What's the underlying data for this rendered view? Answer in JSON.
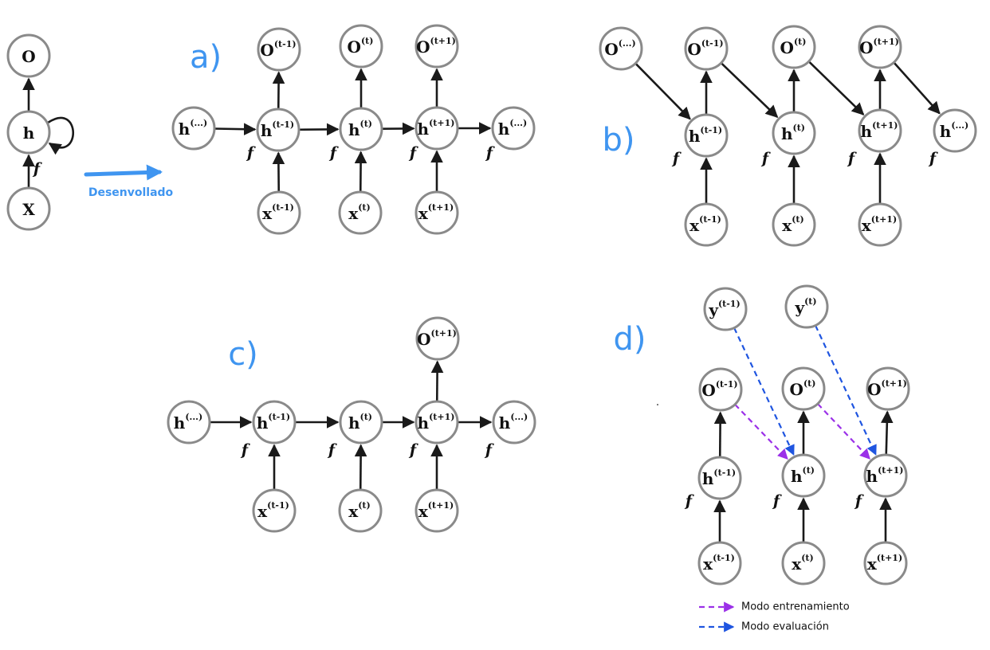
{
  "unroll_arrow": {
    "label": "Desenvollado",
    "color": "#3f95f0"
  },
  "colors": {
    "train": "#9b30e8",
    "eval": "#1f55e0",
    "panel_label": "#3f95f0"
  },
  "legend": [
    {
      "kind": "train",
      "label": "Modo entrenamiento"
    },
    {
      "kind": "eval",
      "label": "Modo evaluación"
    }
  ],
  "panels": [
    {
      "id": "folded",
      "label": "",
      "nodes": [
        {
          "id": "o",
          "base": "O",
          "sup": ""
        },
        {
          "id": "h",
          "base": "h",
          "sup": ""
        },
        {
          "id": "x",
          "base": "X",
          "sup": ""
        }
      ],
      "f_labels": [
        "f"
      ],
      "edges": [
        {
          "from": "x",
          "to": "h",
          "kind": "solid"
        },
        {
          "from": "h",
          "to": "o",
          "kind": "solid"
        },
        {
          "from": "h",
          "to": "h",
          "kind": "loop"
        }
      ]
    },
    {
      "id": "a",
      "label": "a)",
      "nodes": [
        {
          "id": "hp",
          "base": "h",
          "sup": "(...)"
        },
        {
          "id": "h1",
          "base": "h",
          "sup": "(t-1)"
        },
        {
          "id": "h2",
          "base": "h",
          "sup": "(t)"
        },
        {
          "id": "h3",
          "base": "h",
          "sup": "(t+1)"
        },
        {
          "id": "hn",
          "base": "h",
          "sup": "(...)"
        },
        {
          "id": "o1",
          "base": "O",
          "sup": "(t-1)"
        },
        {
          "id": "o2",
          "base": "O",
          "sup": "(t)"
        },
        {
          "id": "o3",
          "base": "O",
          "sup": "(t+1)"
        },
        {
          "id": "x1",
          "base": "x",
          "sup": "(t-1)"
        },
        {
          "id": "x2",
          "base": "x",
          "sup": "(t)"
        },
        {
          "id": "x3",
          "base": "x",
          "sup": "(t+1)"
        }
      ],
      "f_labels": [
        "f",
        "f",
        "f",
        "f"
      ],
      "edges": [
        {
          "from": "hp",
          "to": "h1",
          "kind": "solid"
        },
        {
          "from": "h1",
          "to": "h2",
          "kind": "solid"
        },
        {
          "from": "h2",
          "to": "h3",
          "kind": "solid"
        },
        {
          "from": "h3",
          "to": "hn",
          "kind": "solid"
        },
        {
          "from": "h1",
          "to": "o1",
          "kind": "solid"
        },
        {
          "from": "h2",
          "to": "o2",
          "kind": "solid"
        },
        {
          "from": "h3",
          "to": "o3",
          "kind": "solid"
        },
        {
          "from": "x1",
          "to": "h1",
          "kind": "solid"
        },
        {
          "from": "x2",
          "to": "h2",
          "kind": "solid"
        },
        {
          "from": "x3",
          "to": "h3",
          "kind": "solid"
        }
      ]
    },
    {
      "id": "b",
      "label": "b)",
      "nodes": [
        {
          "id": "op",
          "base": "O",
          "sup": "(...)"
        },
        {
          "id": "o1",
          "base": "O",
          "sup": "(t-1)"
        },
        {
          "id": "o2",
          "base": "O",
          "sup": "(t)"
        },
        {
          "id": "o3",
          "base": "O",
          "sup": "(t+1)"
        },
        {
          "id": "h1",
          "base": "h",
          "sup": "(t-1)"
        },
        {
          "id": "h2",
          "base": "h",
          "sup": "(t)"
        },
        {
          "id": "h3",
          "base": "h",
          "sup": "(t+1)"
        },
        {
          "id": "hn",
          "base": "h",
          "sup": "(...)"
        },
        {
          "id": "x1",
          "base": "x",
          "sup": "(t-1)"
        },
        {
          "id": "x2",
          "base": "x",
          "sup": "(t)"
        },
        {
          "id": "x3",
          "base": "x",
          "sup": "(t+1)"
        }
      ],
      "f_labels": [
        "f",
        "f",
        "f",
        "f"
      ],
      "edges": [
        {
          "from": "op",
          "to": "h1",
          "kind": "solid"
        },
        {
          "from": "o1",
          "to": "h2",
          "kind": "solid"
        },
        {
          "from": "o2",
          "to": "h3",
          "kind": "solid"
        },
        {
          "from": "o3",
          "to": "hn",
          "kind": "solid"
        },
        {
          "from": "h1",
          "to": "o1",
          "kind": "solid"
        },
        {
          "from": "h2",
          "to": "o2",
          "kind": "solid"
        },
        {
          "from": "h3",
          "to": "o3",
          "kind": "solid"
        },
        {
          "from": "x1",
          "to": "h1",
          "kind": "solid"
        },
        {
          "from": "x2",
          "to": "h2",
          "kind": "solid"
        },
        {
          "from": "x3",
          "to": "h3",
          "kind": "solid"
        }
      ]
    },
    {
      "id": "c",
      "label": "c)",
      "nodes": [
        {
          "id": "hp",
          "base": "h",
          "sup": "(...)"
        },
        {
          "id": "h1",
          "base": "h",
          "sup": "(t-1)"
        },
        {
          "id": "h2",
          "base": "h",
          "sup": "(t)"
        },
        {
          "id": "h3",
          "base": "h",
          "sup": "(t+1)"
        },
        {
          "id": "hn",
          "base": "h",
          "sup": "(...)"
        },
        {
          "id": "o3",
          "base": "O",
          "sup": "(t+1)"
        },
        {
          "id": "x1",
          "base": "x",
          "sup": "(t-1)"
        },
        {
          "id": "x2",
          "base": "x",
          "sup": "(t)"
        },
        {
          "id": "x3",
          "base": "x",
          "sup": "(t+1)"
        }
      ],
      "f_labels": [
        "f",
        "f",
        "f",
        "f"
      ],
      "edges": [
        {
          "from": "hp",
          "to": "h1",
          "kind": "solid"
        },
        {
          "from": "h1",
          "to": "h2",
          "kind": "solid"
        },
        {
          "from": "h2",
          "to": "h3",
          "kind": "solid"
        },
        {
          "from": "h3",
          "to": "hn",
          "kind": "solid"
        },
        {
          "from": "h3",
          "to": "o3",
          "kind": "solid"
        },
        {
          "from": "x1",
          "to": "h1",
          "kind": "solid"
        },
        {
          "from": "x2",
          "to": "h2",
          "kind": "solid"
        },
        {
          "from": "x3",
          "to": "h3",
          "kind": "solid"
        }
      ]
    },
    {
      "id": "d",
      "label": "d)",
      "nodes": [
        {
          "id": "y1",
          "base": "y",
          "sup": "(t-1)"
        },
        {
          "id": "y2",
          "base": "y",
          "sup": "(t)"
        },
        {
          "id": "o1",
          "base": "O",
          "sup": "(t-1)"
        },
        {
          "id": "o2",
          "base": "O",
          "sup": "(t)"
        },
        {
          "id": "o3",
          "base": "O",
          "sup": "(t+1)"
        },
        {
          "id": "h1",
          "base": "h",
          "sup": "(t-1)"
        },
        {
          "id": "h2",
          "base": "h",
          "sup": "(t)"
        },
        {
          "id": "h3",
          "base": "h",
          "sup": "(t+1)"
        },
        {
          "id": "x1",
          "base": "x",
          "sup": "(t-1)"
        },
        {
          "id": "x2",
          "base": "x",
          "sup": "(t)"
        },
        {
          "id": "x3",
          "base": "x",
          "sup": "(t+1)"
        }
      ],
      "f_labels": [
        "f",
        "f",
        "f"
      ],
      "edges": [
        {
          "from": "h1",
          "to": "o1",
          "kind": "solid"
        },
        {
          "from": "h2",
          "to": "o2",
          "kind": "solid"
        },
        {
          "from": "h3",
          "to": "o3",
          "kind": "solid"
        },
        {
          "from": "x1",
          "to": "h1",
          "kind": "solid"
        },
        {
          "from": "x2",
          "to": "h2",
          "kind": "solid"
        },
        {
          "from": "x3",
          "to": "h3",
          "kind": "solid"
        },
        {
          "from": "o1",
          "to": "h2",
          "kind": "train"
        },
        {
          "from": "o2",
          "to": "h3",
          "kind": "train"
        },
        {
          "from": "y1",
          "to": "h2",
          "kind": "eval"
        },
        {
          "from": "y2",
          "to": "h3",
          "kind": "eval"
        }
      ]
    }
  ]
}
